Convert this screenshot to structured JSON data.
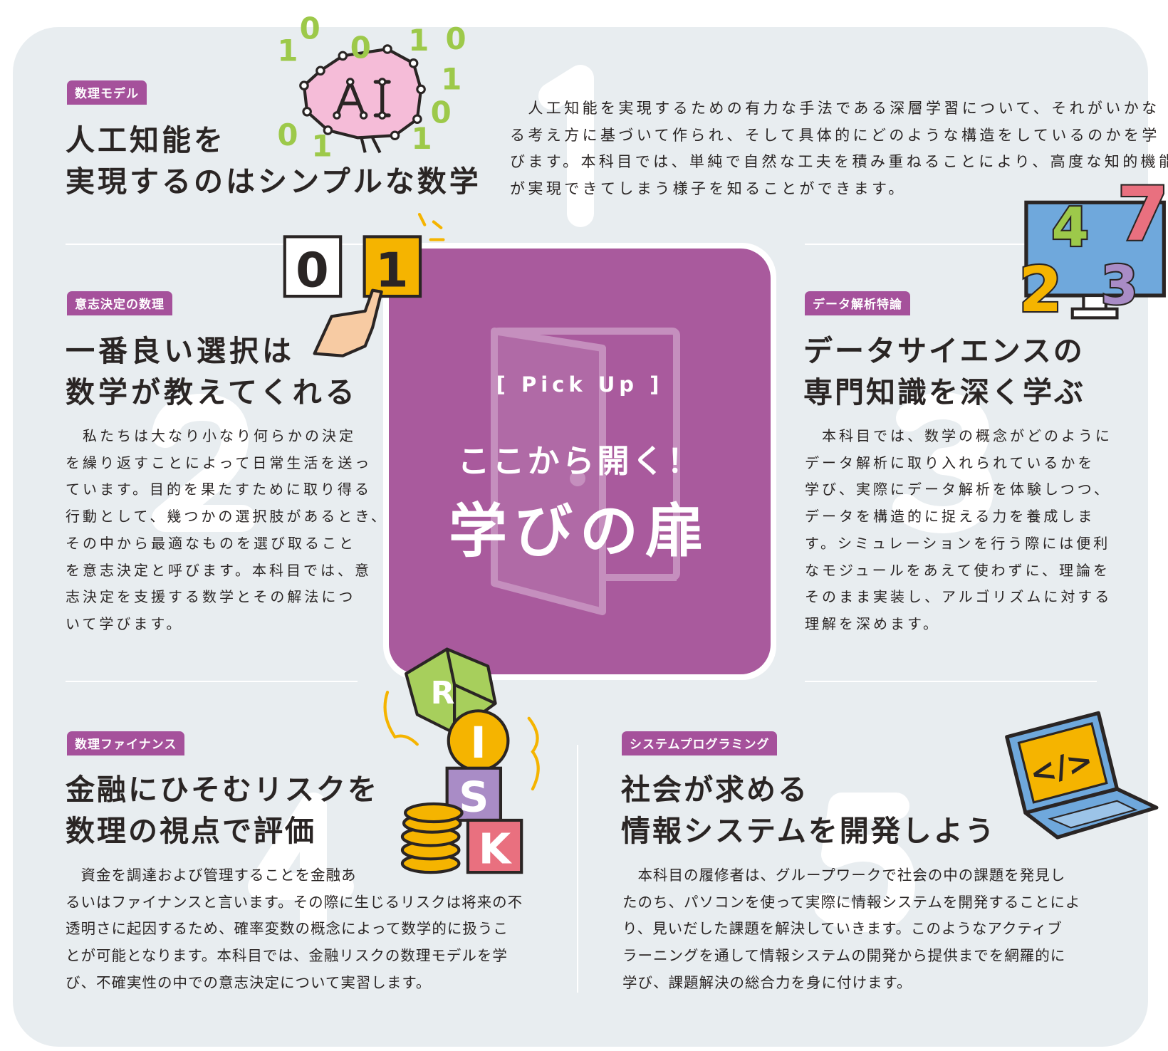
{
  "colors": {
    "panel": "#e8edf0",
    "accent": "#a5519b",
    "center_box": "#a95a9d",
    "green": "#9dc94a",
    "yellow": "#f5b400",
    "pink": "#e9707f",
    "blue": "#6fa8dc",
    "lavender": "#a98cc6"
  },
  "center": {
    "pickup": "[ Pick Up ]",
    "catch": "ここから開く！",
    "title": "学びの扉",
    "icon": "door-icon"
  },
  "sections": [
    {
      "number": "1",
      "tag": "数理モデル",
      "title": [
        "人工知能を",
        "実現するのはシンプルな数学"
      ],
      "body": [
        "　人工知能を実現するための有力な手法である深層学習について、それがいかな",
        "る考え方に基づいて作られ、そして具体的にどのような構造をしているのかを学",
        "びます。本科目では、単純で自然な工夫を積み重ねることにより、高度な知的機能",
        "が実現できてしまう様子を知ることができます。"
      ],
      "icon": "ai-brain-icon"
    },
    {
      "number": "2",
      "tag": "意志決定の数理",
      "title": [
        "一番良い選択は",
        "数学が教えてくれる"
      ],
      "body": [
        "　私たちは大なり小なり何らかの決定",
        "を繰り返すことによって日常生活を送っ",
        "ています。目的を果たすために取り得る",
        "行動として、幾つかの選択肢があるとき、",
        "その中から最適なものを選び取ること",
        "を意志決定と呼びます。本科目では、意",
        "志決定を支援する数学とその解法につ",
        "いて学びます。"
      ],
      "icon": "choice-cards-icon",
      "cards": [
        "0",
        "1"
      ]
    },
    {
      "number": "3",
      "tag": "データ解析特論",
      "title": [
        "データサイエンスの",
        "専門知識を深く学ぶ"
      ],
      "body": [
        "　本科目では、数学の概念がどのように",
        "データ解析に取り入れられているかを",
        "学び、実際にデータ解析を体験しつつ、",
        "データを構造的に捉える力を養成しま",
        "す。シミュレーションを行う際には便利",
        "なモジュールをあえて使わずに、理論を",
        "そのまま実装し、アルゴリズムに対する",
        "理解を深めます。"
      ],
      "icon": "monitor-numbers-icon",
      "digits": [
        "4",
        "7",
        "2",
        "3"
      ]
    },
    {
      "number": "4",
      "tag": "数理ファイナンス",
      "title": [
        "金融にひそむリスクを",
        "数理の視点で評価"
      ],
      "body": [
        "　資金を調達および管理することを金融あ",
        "るいはファイナンスと言います。その際に生じるリスクは将来の不",
        "透明さに起因するため、確率変数の概念によって数学的に扱うこ",
        "とが可能となります。本科目では、金融リスクの数理モデルを学",
        "び、不確実性の中での意志決定について実習します。"
      ],
      "icon": "risk-blocks-icon",
      "letters": [
        "R",
        "I",
        "S",
        "K"
      ]
    },
    {
      "number": "5",
      "tag": "システムプログラミング",
      "title": [
        "社会が求める",
        "情報システムを開発しよう"
      ],
      "body": [
        "　本科目の履修者は、グループワークで社会の中の課題を発見し",
        "たのち、パソコンを使って実際に情報システムを開発することによ",
        "り、見いだした課題を解決していきます。このようなアクティブ",
        "ラーニングを通して情報システムの開発から提供までを網羅的に",
        "学び、課題解決の総合力を身に付けます。"
      ],
      "icon": "laptop-code-icon",
      "code": "</>"
    }
  ]
}
